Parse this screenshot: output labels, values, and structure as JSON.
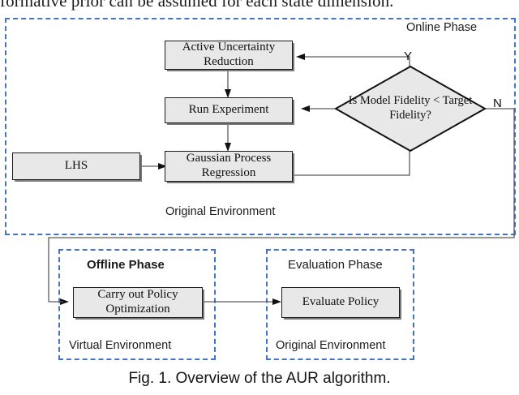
{
  "page": {
    "cut_off_text": "formative prior can be assumed for each state dimension.",
    "caption": "Fig. 1.  Overview of the AUR algorithm."
  },
  "colors": {
    "phase_border": "#4472c4",
    "node_fill": "#e8e8e8",
    "node_border": "#1a1a1a",
    "wire": "#5a5a5a"
  },
  "online_phase": {
    "label": "Online Phase",
    "environment_label": "Original Environment",
    "nodes": {
      "active_uncertainty_reduction": "Active Uncertainty\nReduction",
      "active_uncertainty_reduction_line1": "Active Uncertainty",
      "active_uncertainty_reduction_line2": "Reduction",
      "run_experiment": "Run Experiment",
      "lhs": "LHS",
      "gaussian_process_regression_line1": "Gaussian Process",
      "gaussian_process_regression_line2": "Regression"
    },
    "decision": {
      "line1": "Is Model",
      "line2": "Fidelity <",
      "line3": "Target Fidelity?",
      "branch_yes": "Y",
      "branch_no": "N"
    }
  },
  "offline_phase": {
    "label": "Offline Phase",
    "environment_label": "Virtual Environment",
    "nodes": {
      "carry_out_policy_optimization_line1": "Carry out Policy",
      "carry_out_policy_optimization_line2": "Optimization"
    }
  },
  "evaluation_phase": {
    "label": "Evaluation Phase",
    "environment_label": "Original Environment",
    "nodes": {
      "evaluate_policy": "Evaluate Policy"
    }
  },
  "chart_data": {
    "type": "diagram",
    "title": "Fig. 1. Overview of the AUR algorithm.",
    "nodes": [
      {
        "id": "aur",
        "label": "Active Uncertainty Reduction",
        "shape": "process",
        "phase": "Online Phase"
      },
      {
        "id": "run",
        "label": "Run Experiment",
        "shape": "process",
        "phase": "Online Phase"
      },
      {
        "id": "lhs",
        "label": "LHS",
        "shape": "process",
        "phase": "Online Phase"
      },
      {
        "id": "gpr",
        "label": "Gaussian Process Regression",
        "shape": "process",
        "phase": "Online Phase"
      },
      {
        "id": "decide",
        "label": "Is Model Fidelity < Target Fidelity?",
        "shape": "decision",
        "phase": "Online Phase"
      },
      {
        "id": "policy",
        "label": "Carry out Policy Optimization",
        "shape": "process",
        "phase": "Offline Phase"
      },
      {
        "id": "evaluate",
        "label": "Evaluate Policy",
        "shape": "process",
        "phase": "Evaluation Phase"
      }
    ],
    "edges": [
      {
        "from": "aur",
        "to": "run",
        "label": ""
      },
      {
        "from": "run",
        "to": "gpr",
        "label": ""
      },
      {
        "from": "lhs",
        "to": "gpr",
        "label": ""
      },
      {
        "from": "gpr",
        "to": "decide",
        "label": ""
      },
      {
        "from": "decide",
        "to": "aur",
        "label": "Y"
      },
      {
        "from": "decide",
        "to": "policy",
        "label": "N"
      },
      {
        "from": "policy",
        "to": "evaluate",
        "label": ""
      }
    ]
  }
}
